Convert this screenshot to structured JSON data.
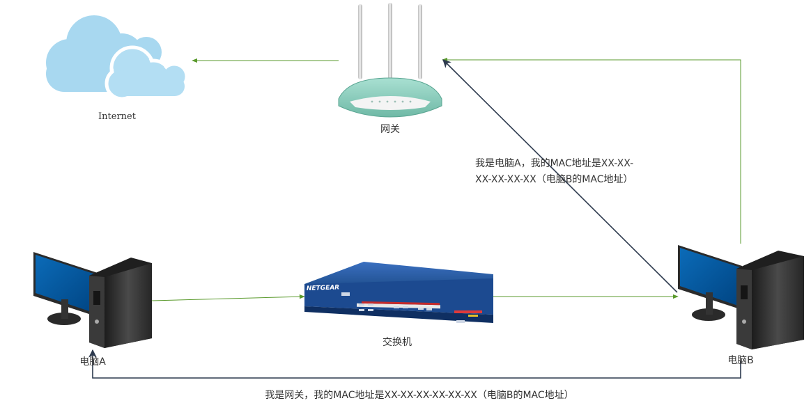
{
  "nodes": {
    "internet": {
      "label": "Internet",
      "icon": "cloud-icon"
    },
    "gateway": {
      "label": "网关",
      "icon": "router-icon"
    },
    "switch": {
      "label": "交换机",
      "icon": "switch-icon",
      "brand": "NETGEAR"
    },
    "pc_a": {
      "label": "电脑A",
      "icon": "desktop-computer-icon"
    },
    "pc_b": {
      "label": "电脑B",
      "icon": "desktop-computer-icon"
    }
  },
  "messages": {
    "spoof_to_gateway": [
      "我是电脑A，我的MAC地址是XX-XX-",
      "XX-XX-XX-XX（电脑B的MAC地址）"
    ],
    "spoof_to_pc_a": "我是网关，我的MAC地址是XX-XX-XX-XX-XX-XX（电脑B的MAC地址）"
  },
  "colors": {
    "green_link": "#5a9a2c",
    "attack_arrow": "#2d3a4e",
    "cloud": "#a8d8f0",
    "router_body": "#8fd1c0",
    "switch_body": "#1f4e96",
    "monitor_screen": "#00559a"
  }
}
